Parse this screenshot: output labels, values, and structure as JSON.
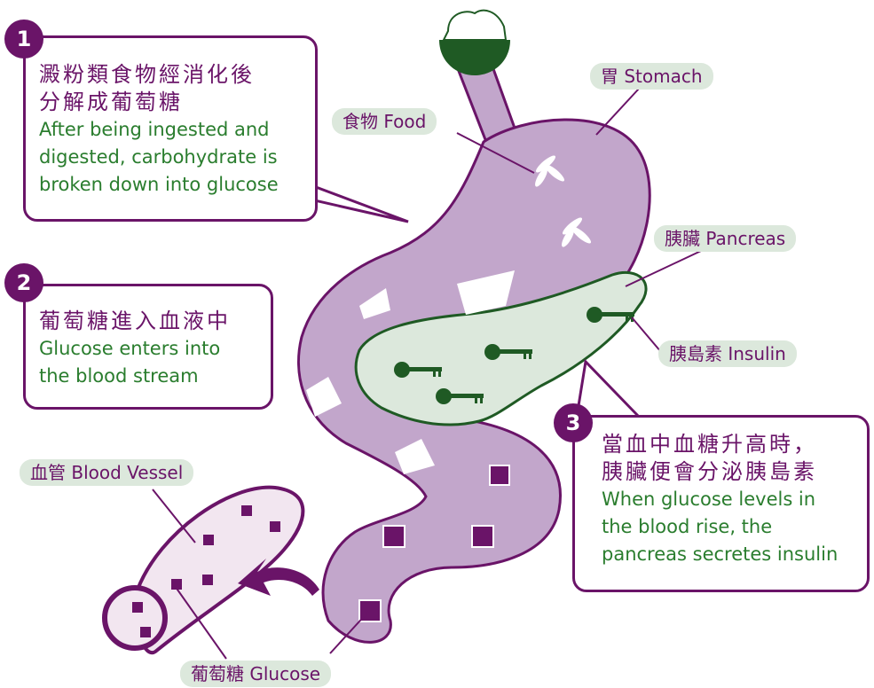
{
  "steps": [
    {
      "number": "1",
      "zh_line1": "澱粉類食物經消化後",
      "zh_line2": "分解成葡萄糖",
      "en_line1": "After being ingested and",
      "en_line2": "digested, carbohydrate is",
      "en_line3": "broken down into glucose"
    },
    {
      "number": "2",
      "zh_line1": "葡萄糖進入血液中",
      "en_line1": "Glucose enters into",
      "en_line2": "the blood stream"
    },
    {
      "number": "3",
      "zh_line1": "當血中血糖升高時，",
      "zh_line2": "胰臟便會分泌胰島素",
      "en_line1": "When glucose levels in",
      "en_line2": "the blood rise, the",
      "en_line3": "pancreas secretes insulin"
    }
  ],
  "labels": {
    "stomach": "胃 Stomach",
    "food": "食物 Food",
    "pancreas": "胰臟 Pancreas",
    "insulin": "胰島素 Insulin",
    "blood_vessel": "血管 Blood Vessel",
    "glucose": "葡萄糖 Glucose"
  },
  "colors": {
    "purple_dark": "#6a1468",
    "stomach_fill": "#c2a6cb",
    "pancreas_fill": "#dce8dc",
    "pancreas_outline": "#1f5a24",
    "english_text": "#2a7d2e",
    "rice_bowl": "#1f5a24"
  },
  "icons": [
    "rice-bowl-icon",
    "key-icon",
    "arrow-icon",
    "glucose-cube-icon"
  ]
}
